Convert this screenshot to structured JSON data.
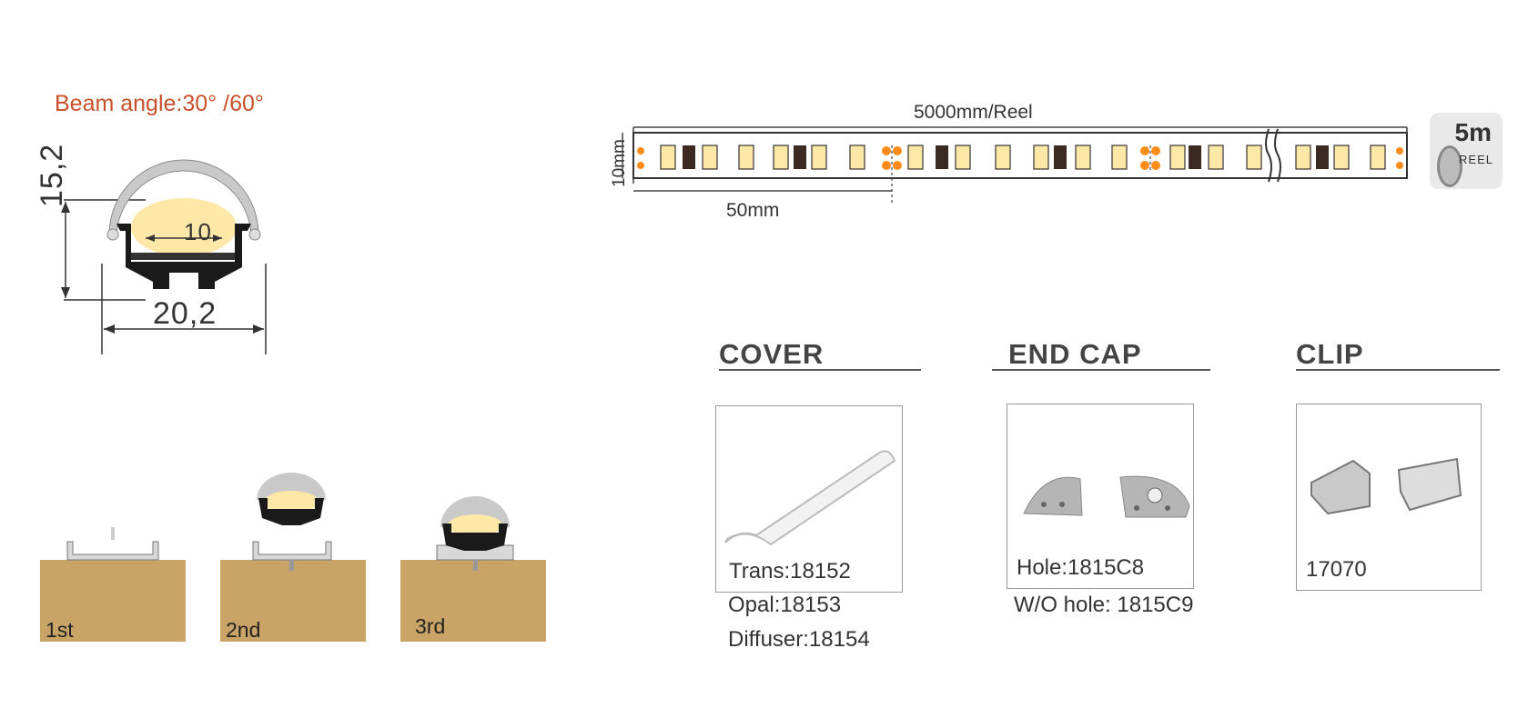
{
  "beam_angle": "Beam angle:30° /60°",
  "profile_dims": {
    "height": "15,2",
    "width": "20,2",
    "inner": "10"
  },
  "strip": {
    "length": "5000mm/Reel",
    "width": "10mm",
    "segment": "50mm"
  },
  "reel": {
    "size": "5m",
    "label": "REEL"
  },
  "install_steps": [
    "1st",
    "2nd",
    "3rd"
  ],
  "accessories": {
    "cover": {
      "title": "COVER",
      "codes": [
        "Trans:18152",
        "Opal:18153",
        "Diffuser:18154"
      ]
    },
    "end_cap": {
      "title": "END CAP",
      "codes": [
        "Hole:1815C8",
        "W/O hole: 1815C9"
      ]
    },
    "clip": {
      "title": "CLIP",
      "codes": [
        "17070"
      ]
    }
  },
  "colors": {
    "wood": "#c9a466",
    "profile": "#1a1a1a",
    "led_light": "#fde8a8",
    "accent": "#c8502a",
    "solder": "#ff8c1a"
  }
}
